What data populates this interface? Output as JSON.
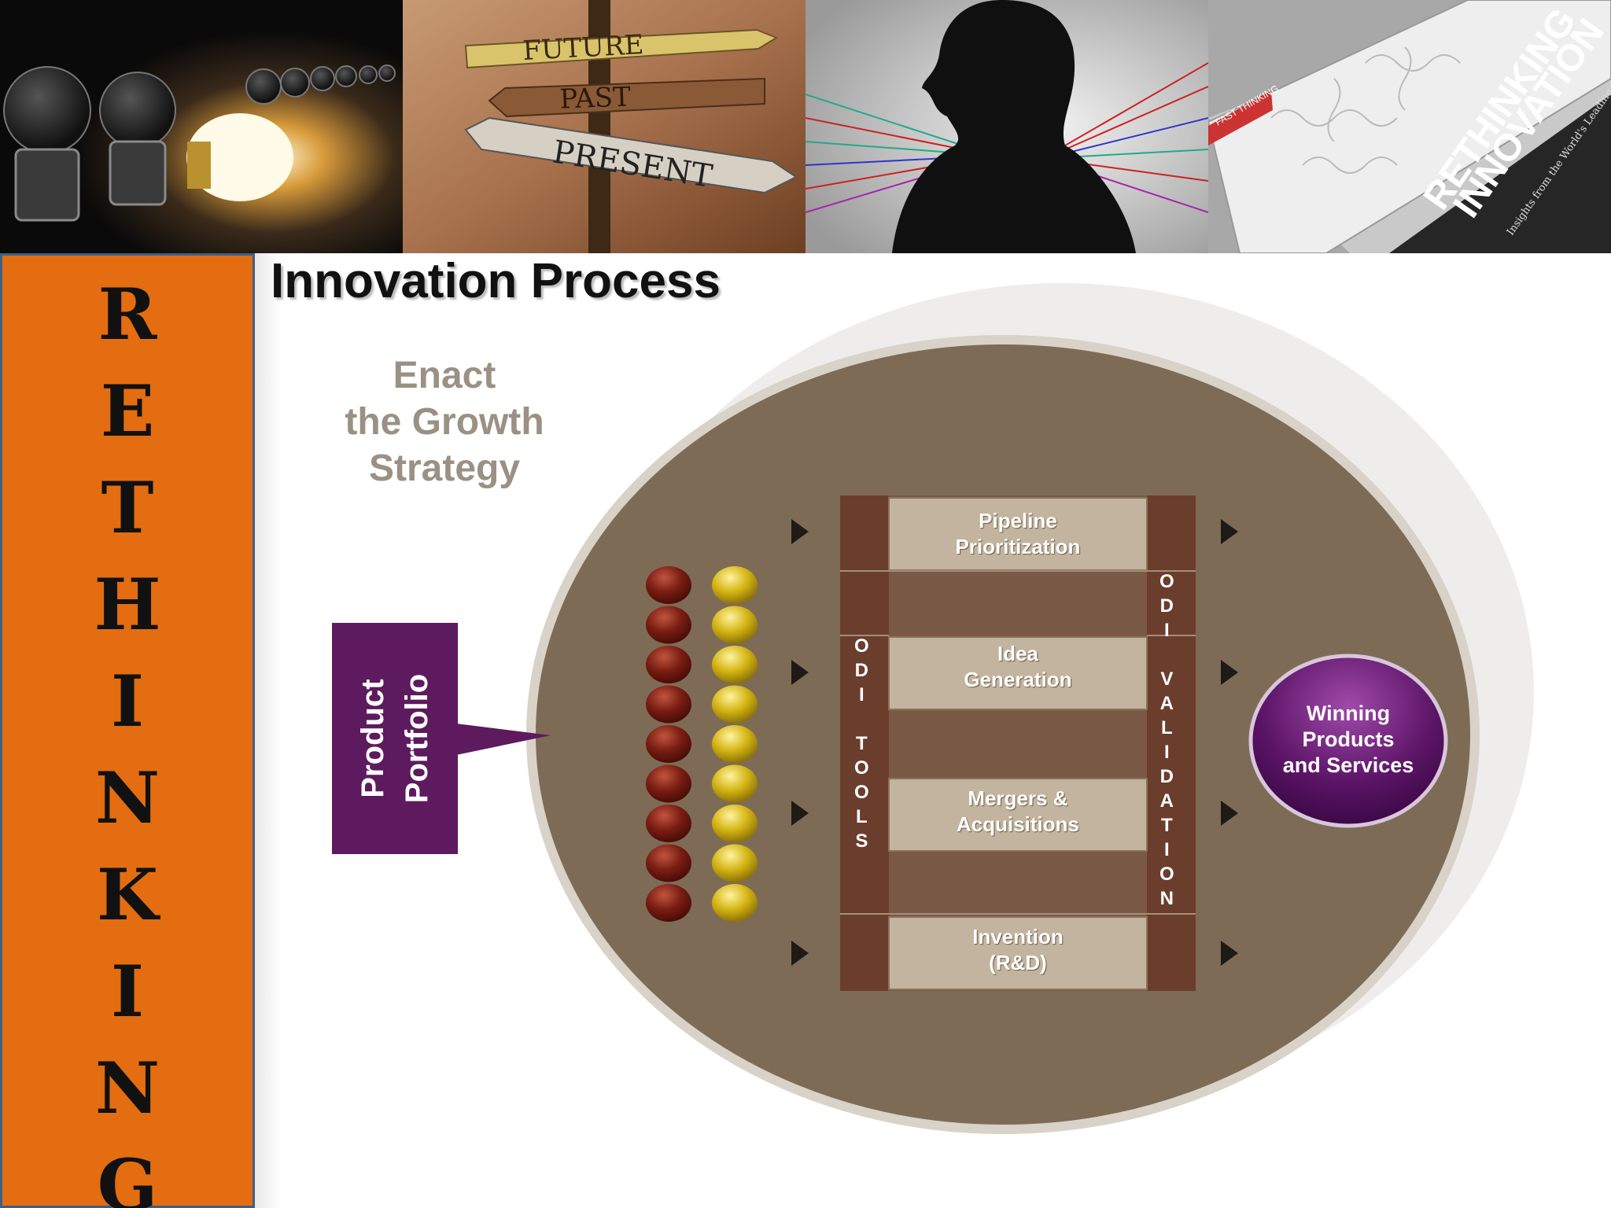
{
  "photos": {
    "signpost": {
      "future": "FUTURE",
      "past": "PAST",
      "present": "PRESENT"
    },
    "book": {
      "title_line1": "RETHINKING",
      "title_line2": "INNOVATION",
      "badge": "FAST THINKING",
      "subtitle": "Insights from the World's Leading CEOs"
    }
  },
  "banner": {
    "letters": [
      "R",
      "E",
      "T",
      "H",
      "I",
      "N",
      "K",
      "I",
      "N",
      "G"
    ]
  },
  "title": "Innovation Process",
  "diagram": {
    "enact": [
      "Enact",
      "the Growth",
      "Strategy"
    ],
    "portfolio": [
      "Product",
      "Portfolio"
    ],
    "stages": [
      {
        "lines": [
          "Pipeline",
          "Prioritization"
        ]
      },
      {
        "lines": [
          "Idea",
          "Generation"
        ]
      },
      {
        "lines": [
          "Mergers &",
          "Acquisitions"
        ]
      },
      {
        "lines": [
          "Invention",
          "(R&D)"
        ]
      }
    ],
    "left_column": [
      "O",
      "D",
      "I",
      "",
      "T",
      "O",
      "O",
      "L",
      "S"
    ],
    "right_column": [
      "O",
      "D",
      "I",
      "",
      "V",
      "A",
      "L",
      "I",
      "D",
      "A",
      "T",
      "I",
      "O",
      "N"
    ],
    "output": [
      "Winning",
      "Products",
      "and Services"
    ],
    "colors": {
      "oval": "#7e6b56",
      "ladder_rail": "#6b3d2d",
      "stage_box": "#c2b49e",
      "gap_fill": "#7a5a47",
      "portfolio": "#5e1a5e",
      "output": "#5b1466",
      "bead_red": "#7a1d12",
      "bead_yellow": "#d4b514"
    }
  }
}
